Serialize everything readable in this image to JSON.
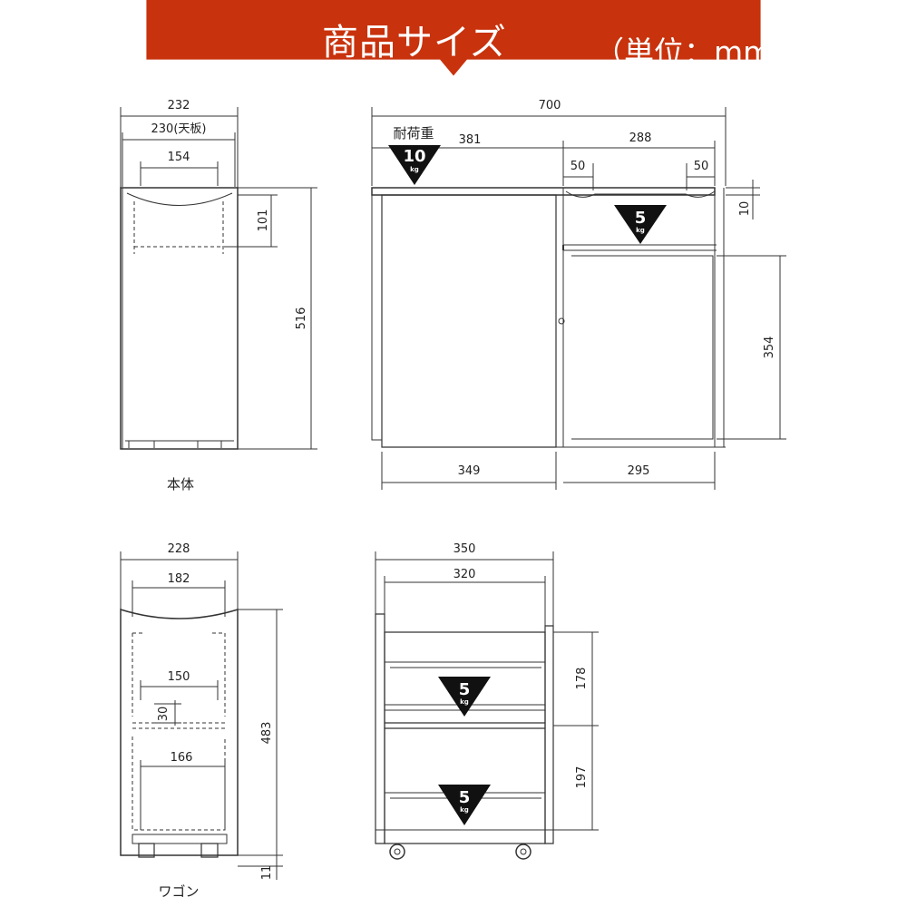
{
  "colors": {
    "banner": "#c8320c",
    "line": "#333333",
    "text": "#222222",
    "triangle": "#111111"
  },
  "header": {
    "title": "商品サイズ",
    "unit": "（単位：mm）"
  },
  "main_unit": {
    "label": "本体",
    "dims": {
      "outer_width": "232",
      "top_board": "230(天板)",
      "handle_width": "154",
      "handle_depth": "101",
      "height": "516"
    }
  },
  "main_front": {
    "dims": {
      "total_width": "700",
      "left_width": "381",
      "right_width": "288",
      "handle_left": "50",
      "handle_right": "50",
      "top_gap": "10",
      "inner_height": "354",
      "bottom_left": "349",
      "bottom_right": "295"
    },
    "load_caption": "耐荷重",
    "load_top": {
      "value": "10",
      "unit": "kg"
    },
    "load_shelf": {
      "value": "5",
      "unit": "kg"
    }
  },
  "wagon_side": {
    "label": "ワゴン",
    "dims": {
      "outer_width": "228",
      "handle_width": "182",
      "inner_width": "150",
      "slot_height": "30",
      "lower_width": "166",
      "height": "483",
      "caster_gap": "11"
    }
  },
  "wagon_front": {
    "dims": {
      "outer_width": "350",
      "inner_width": "320",
      "upper_height": "178",
      "lower_height": "197"
    },
    "load_upper": {
      "value": "5",
      "unit": "kg"
    },
    "load_lower": {
      "value": "5",
      "unit": "kg"
    }
  }
}
